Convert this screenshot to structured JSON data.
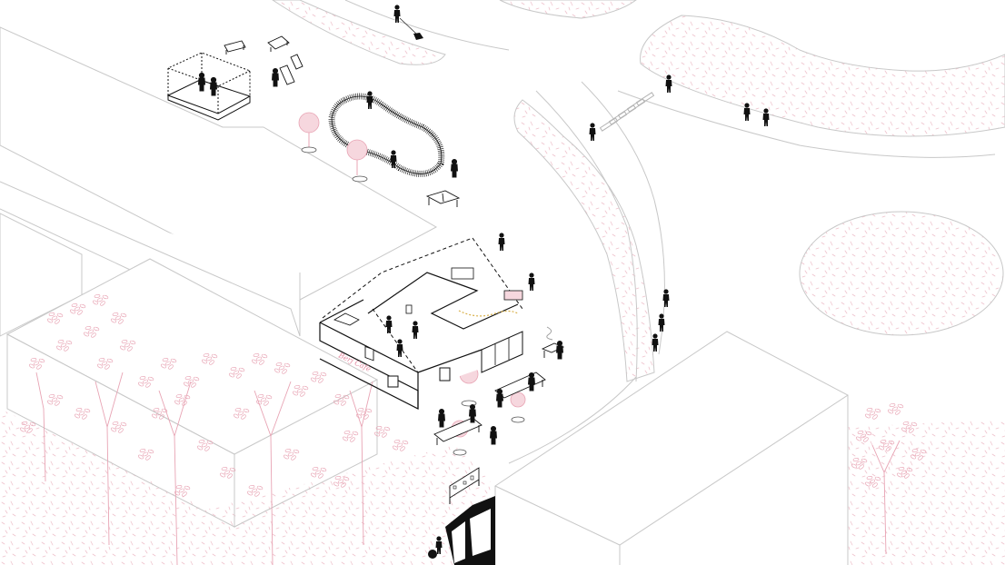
{
  "scene": {
    "title": "Isometric urban axonometric illustration",
    "style": {
      "line_color": "#c8c8c8",
      "ink_color": "#111111",
      "tree_color": "#e8a4b4",
      "speckle_color": "#efc2cc",
      "sign_color": "#e4889f",
      "background": "#ffffff"
    }
  },
  "cafe": {
    "sign_text": "Berj Cafe",
    "roof_icons": [
      "music-note",
      "music-note",
      "music-note",
      "speaker"
    ]
  },
  "bus_stop": {
    "label": "bus stop shelter with route icons"
  },
  "elements": {
    "stage": "outdoor performance platform",
    "benches": "park benches",
    "loop_seat": "figure-eight ribbon seating",
    "ping_pong": "ping pong table",
    "crosswalk": "pedestrian crosswalk",
    "bus": "bus"
  }
}
